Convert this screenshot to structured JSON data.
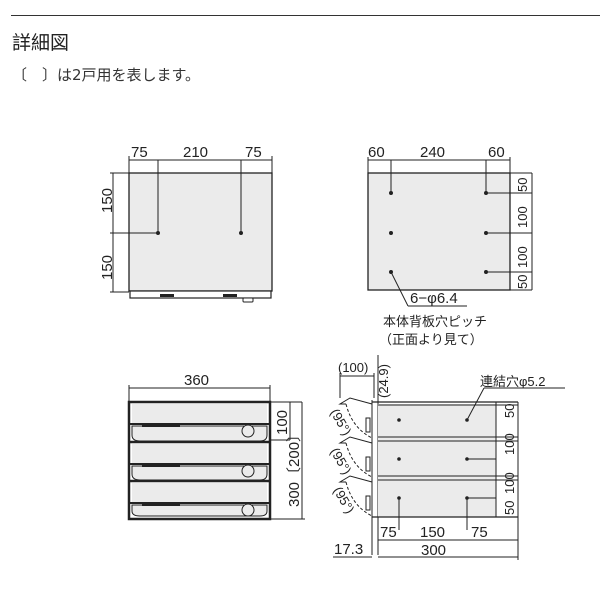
{
  "header": {
    "title": "詳細図",
    "note": "〔　〕は2戸用を表します。"
  },
  "views": {
    "top_view": {
      "width_dims": [
        "75",
        "210",
        "75"
      ],
      "height_dims": [
        "150",
        "150"
      ]
    },
    "back_view": {
      "width_dims": [
        "60",
        "240",
        "60"
      ],
      "height_dims": [
        "50",
        "100",
        "100",
        "50"
      ],
      "hole_label": "6−φ6.4",
      "caption_line1": "本体背板穴ピッチ",
      "caption_line2": "（正面より見て）"
    },
    "front_view": {
      "width_dim": "360",
      "unit_height_dim": "100",
      "total_height_dim": "300〔200〕"
    },
    "side_view": {
      "door_depth_dim": "(100)",
      "top_offset_dim": "(24.9)",
      "door_angle_labels": [
        "(95°)",
        "(95°)",
        "(95°)"
      ],
      "hole_label": "連結穴φ5.2",
      "height_dims": [
        "50",
        "100",
        "100",
        "50"
      ],
      "bottom_width_dims": [
        "75",
        "150",
        "75"
      ],
      "depth_dim": "300",
      "offset_dim": "17.3"
    }
  },
  "colors": {
    "panel_fill": "#ebebeb",
    "line": "#222222"
  }
}
